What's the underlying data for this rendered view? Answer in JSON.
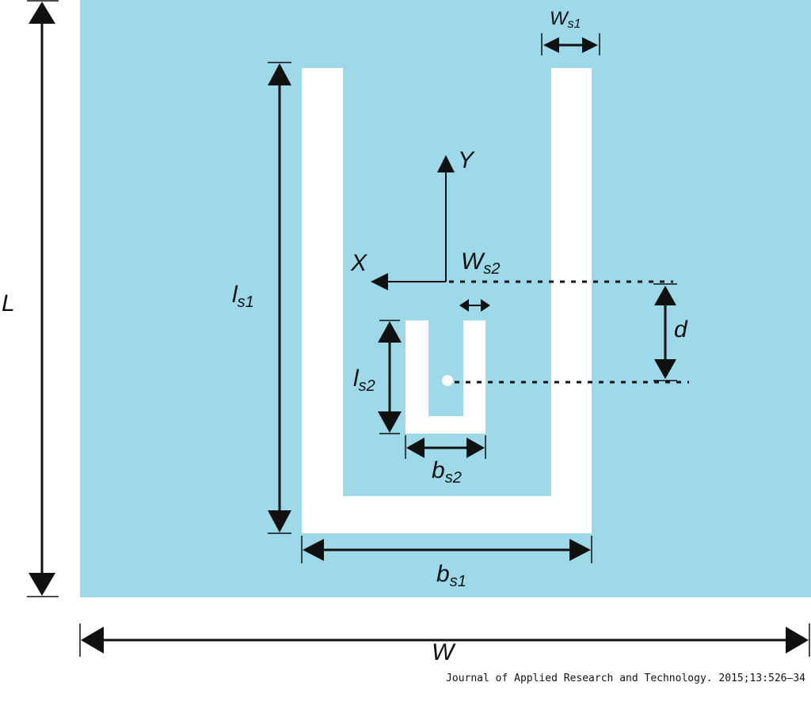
{
  "colors": {
    "substrate": "#9ed9e9",
    "slot": "#ffffff",
    "ink": "#111111"
  },
  "labels": {
    "L": {
      "main": "L",
      "sub": ""
    },
    "W": {
      "main": "W",
      "sub": ""
    },
    "ls1": {
      "main": "l",
      "sub": "s1"
    },
    "ws1": {
      "main": "W",
      "sub": "s1"
    },
    "ws2": {
      "main": "W",
      "sub": "s2"
    },
    "ls2": {
      "main": "l",
      "sub": "s2"
    },
    "bs1": {
      "main": "b",
      "sub": "s1"
    },
    "bs2": {
      "main": "b",
      "sub": "s2"
    },
    "d": {
      "main": "d",
      "sub": ""
    },
    "x_axis": "X",
    "y_axis": "Y"
  },
  "caption": "Journal of Applied Research and Technology. 2015;13:526–34"
}
